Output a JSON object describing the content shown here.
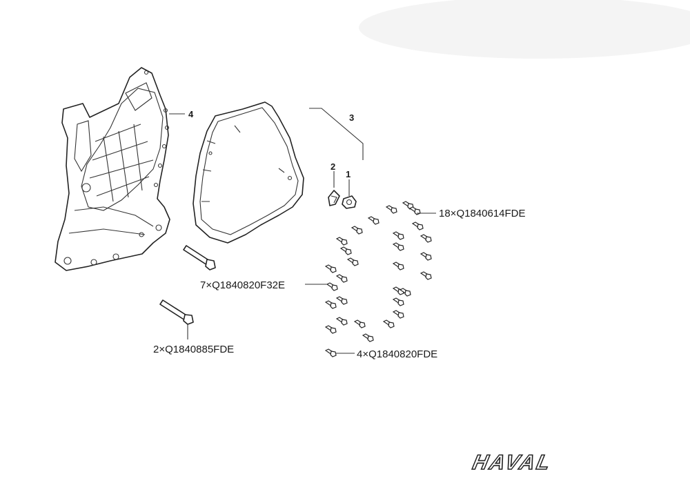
{
  "callouts": {
    "item_4": "4",
    "item_3": "3",
    "item_2": "2",
    "item_1": "1",
    "bolts_18": "18×Q1840614FDE",
    "bolts_7": "7×Q1840820F32E",
    "bolts_2": "2×Q1840885FDE",
    "bolts_4": "4×Q1840820FDE"
  },
  "brand": {
    "logo_text": "HAVAL"
  }
}
